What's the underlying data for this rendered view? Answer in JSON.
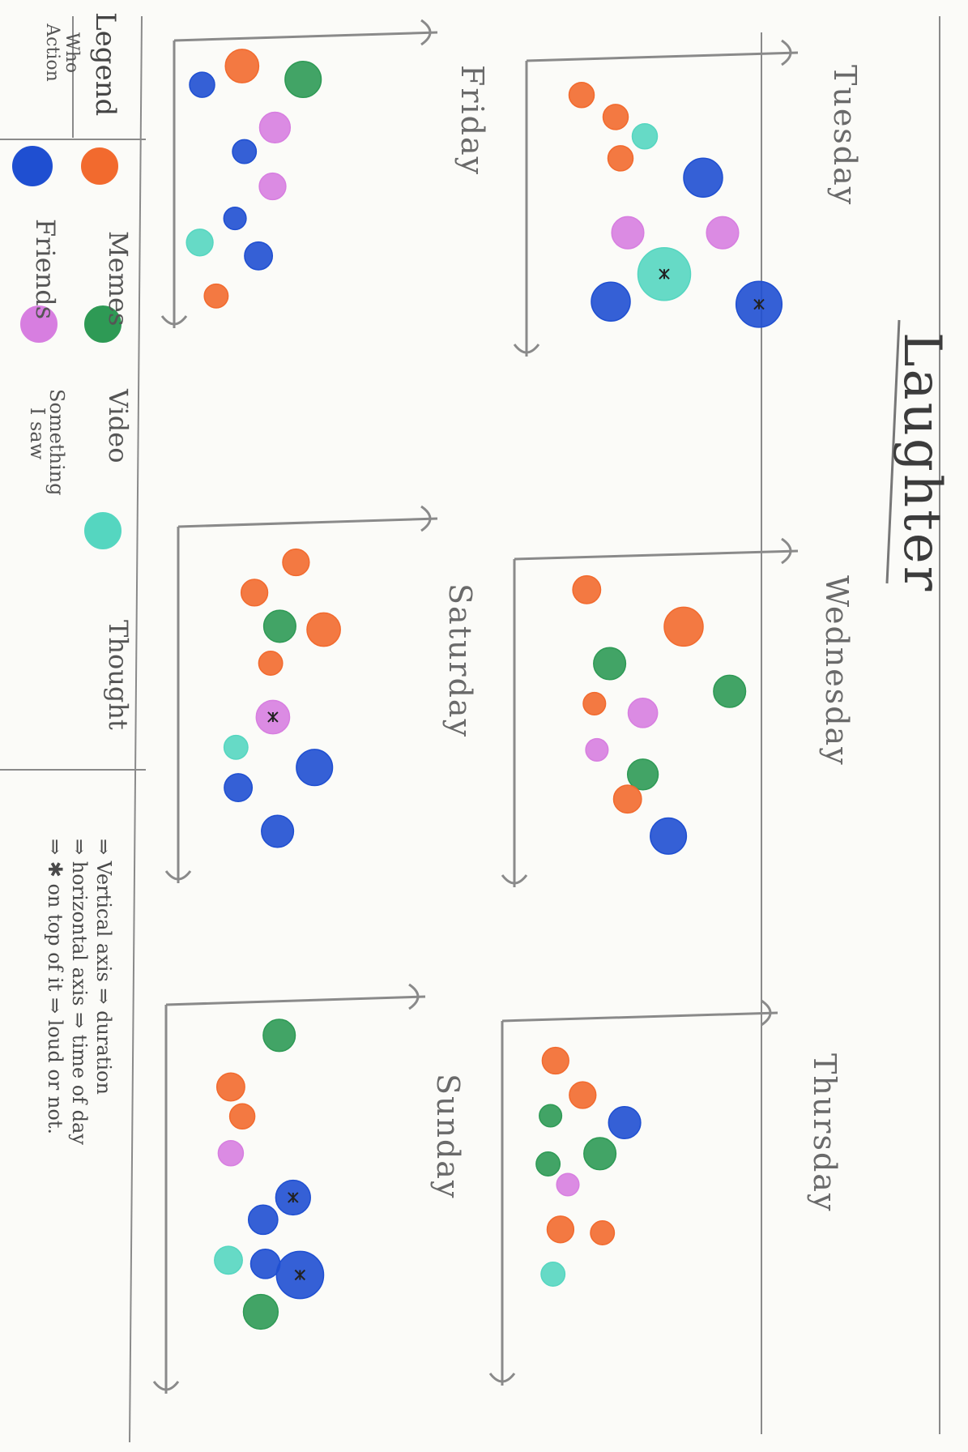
{
  "chart_data": {
    "type": "scatter",
    "title": "Laughter",
    "legend": {
      "title": "Legend",
      "column_header": "Who\nAction",
      "items": [
        {
          "label": "Memes",
          "color": "#f26a2e"
        },
        {
          "label": "Video",
          "color": "#2e9a55"
        },
        {
          "label": "Thought",
          "color": "#55d6c0"
        },
        {
          "label": "Friends",
          "color": "#1f4fd1"
        },
        {
          "label": "Something\nI saw",
          "color": "#d77ee0"
        }
      ]
    },
    "notes": [
      "⇒ Vertical axis ⇒ duration",
      "⇒ horizontal axis ⇒ time of day",
      "⇒ ✱ on top of it ⇒ loud or not."
    ],
    "panels": [
      {
        "day": "Tuesday",
        "points": [
          {
            "t": 0.08,
            "d": 0.16,
            "c": "Memes",
            "s": 1
          },
          {
            "t": 0.16,
            "d": 0.3,
            "c": "Memes",
            "s": 1
          },
          {
            "t": 0.23,
            "d": 0.42,
            "c": "Thought",
            "s": 1
          },
          {
            "t": 0.31,
            "d": 0.32,
            "c": "Memes",
            "s": 1
          },
          {
            "t": 0.38,
            "d": 0.66,
            "c": "Friends",
            "s": 2
          },
          {
            "t": 0.58,
            "d": 0.35,
            "c": "Something I saw",
            "s": 1.5
          },
          {
            "t": 0.58,
            "d": 0.74,
            "c": "Something I saw",
            "s": 1.5
          },
          {
            "t": 0.73,
            "d": 0.5,
            "c": "Thought",
            "s": 3,
            "loud": true
          },
          {
            "t": 0.83,
            "d": 0.28,
            "c": "Friends",
            "s": 2
          },
          {
            "t": 0.84,
            "d": 0.89,
            "c": "Friends",
            "s": 2.5,
            "loud": true
          }
        ]
      },
      {
        "day": "Wednesday",
        "points": [
          {
            "t": 0.06,
            "d": 0.22,
            "c": "Memes",
            "s": 1.2
          },
          {
            "t": 0.18,
            "d": 0.6,
            "c": "Memes",
            "s": 2
          },
          {
            "t": 0.3,
            "d": 0.31,
            "c": "Video",
            "s": 1.5
          },
          {
            "t": 0.39,
            "d": 0.78,
            "c": "Video",
            "s": 1.5
          },
          {
            "t": 0.43,
            "d": 0.25,
            "c": "Memes",
            "s": 0.8
          },
          {
            "t": 0.46,
            "d": 0.44,
            "c": "Something I saw",
            "s": 1.3
          },
          {
            "t": 0.58,
            "d": 0.26,
            "c": "Something I saw",
            "s": 0.8
          },
          {
            "t": 0.66,
            "d": 0.44,
            "c": "Video",
            "s": 1.4
          },
          {
            "t": 0.74,
            "d": 0.38,
            "c": "Memes",
            "s": 1.2
          },
          {
            "t": 0.86,
            "d": 0.54,
            "c": "Friends",
            "s": 1.8
          }
        ]
      },
      {
        "day": "Thursday",
        "points": [
          {
            "t": 0.08,
            "d": 0.15,
            "c": "Memes",
            "s": 1.1
          },
          {
            "t": 0.18,
            "d": 0.26,
            "c": "Memes",
            "s": 1.1
          },
          {
            "t": 0.24,
            "d": 0.13,
            "c": "Video",
            "s": 0.8
          },
          {
            "t": 0.26,
            "d": 0.43,
            "c": "Friends",
            "s": 1.5
          },
          {
            "t": 0.35,
            "d": 0.33,
            "c": "Video",
            "s": 1.5
          },
          {
            "t": 0.38,
            "d": 0.12,
            "c": "Video",
            "s": 0.9
          },
          {
            "t": 0.44,
            "d": 0.2,
            "c": "Something I saw",
            "s": 0.8
          },
          {
            "t": 0.57,
            "d": 0.17,
            "c": "Memes",
            "s": 1.1
          },
          {
            "t": 0.58,
            "d": 0.34,
            "c": "Memes",
            "s": 0.9
          },
          {
            "t": 0.7,
            "d": 0.14,
            "c": "Thought",
            "s": 0.9
          }
        ]
      },
      {
        "day": "Friday",
        "points": [
          {
            "t": 0.05,
            "d": 0.22,
            "c": "Memes",
            "s": 1.6
          },
          {
            "t": 0.12,
            "d": 0.05,
            "c": "Friends",
            "s": 1
          },
          {
            "t": 0.1,
            "d": 0.48,
            "c": "Video",
            "s": 1.8
          },
          {
            "t": 0.28,
            "d": 0.36,
            "c": "Something I saw",
            "s": 1.4
          },
          {
            "t": 0.37,
            "d": 0.23,
            "c": "Friends",
            "s": 0.9
          },
          {
            "t": 0.5,
            "d": 0.35,
            "c": "Something I saw",
            "s": 1.1
          },
          {
            "t": 0.62,
            "d": 0.19,
            "c": "Friends",
            "s": 0.8
          },
          {
            "t": 0.71,
            "d": 0.04,
            "c": "Thought",
            "s": 1.1
          },
          {
            "t": 0.76,
            "d": 0.29,
            "c": "Friends",
            "s": 1.2
          },
          {
            "t": 0.91,
            "d": 0.11,
            "c": "Memes",
            "s": 0.9
          }
        ]
      },
      {
        "day": "Saturday",
        "points": [
          {
            "t": 0.07,
            "d": 0.44,
            "c": "Memes",
            "s": 1.1
          },
          {
            "t": 0.16,
            "d": 0.26,
            "c": "Memes",
            "s": 1.1
          },
          {
            "t": 0.26,
            "d": 0.37,
            "c": "Video",
            "s": 1.5
          },
          {
            "t": 0.27,
            "d": 0.56,
            "c": "Memes",
            "s": 1.6
          },
          {
            "t": 0.37,
            "d": 0.33,
            "c": "Memes",
            "s": 0.9
          },
          {
            "t": 0.53,
            "d": 0.34,
            "c": "Something I saw",
            "s": 1.6,
            "loud": true
          },
          {
            "t": 0.62,
            "d": 0.18,
            "c": "Thought",
            "s": 0.9
          },
          {
            "t": 0.68,
            "d": 0.52,
            "c": "Friends",
            "s": 1.8
          },
          {
            "t": 0.74,
            "d": 0.19,
            "c": "Friends",
            "s": 1.2
          },
          {
            "t": 0.87,
            "d": 0.36,
            "c": "Friends",
            "s": 1.5
          }
        ]
      },
      {
        "day": "Sunday",
        "points": [
          {
            "t": 0.05,
            "d": 0.42,
            "c": "Video",
            "s": 1.5
          },
          {
            "t": 0.19,
            "d": 0.21,
            "c": "Memes",
            "s": 1.2
          },
          {
            "t": 0.27,
            "d": 0.26,
            "c": "Memes",
            "s": 1
          },
          {
            "t": 0.37,
            "d": 0.21,
            "c": "Something I saw",
            "s": 1
          },
          {
            "t": 0.49,
            "d": 0.48,
            "c": "Friends",
            "s": 1.7,
            "loud": true
          },
          {
            "t": 0.55,
            "d": 0.35,
            "c": "Friends",
            "s": 1.3
          },
          {
            "t": 0.66,
            "d": 0.2,
            "c": "Thought",
            "s": 1.2
          },
          {
            "t": 0.67,
            "d": 0.36,
            "c": "Friends",
            "s": 1.3
          },
          {
            "t": 0.7,
            "d": 0.51,
            "c": "Friends",
            "s": 2.6,
            "loud": true
          },
          {
            "t": 0.8,
            "d": 0.34,
            "c": "Video",
            "s": 1.7
          }
        ]
      }
    ]
  }
}
